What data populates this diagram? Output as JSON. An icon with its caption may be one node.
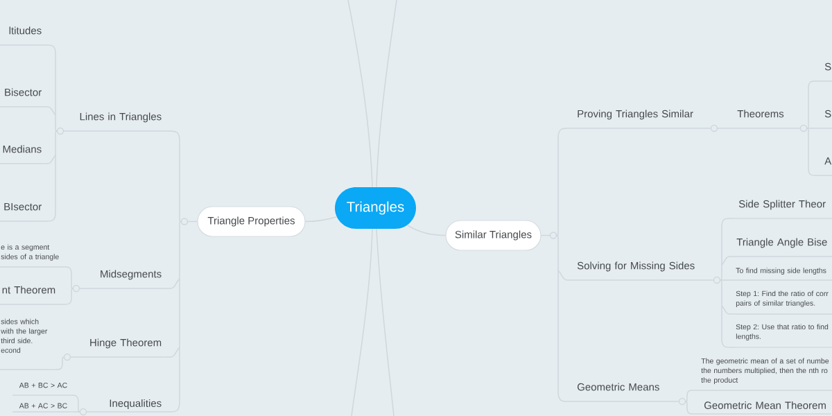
{
  "diagram": {
    "nodes": [
      {
        "text": [
          "Triangles"
        ]
      },
      {
        "text": [
          "Triangle Properties"
        ]
      },
      {
        "text": [
          "Lines in Triangles"
        ]
      },
      {
        "text": [
          "ltitudes"
        ]
      },
      {
        "text": [
          "Bisector"
        ]
      },
      {
        "text": [
          "Medians"
        ]
      },
      {
        "text": [
          "BIsector"
        ]
      },
      {
        "text": [
          "Midsegments"
        ]
      },
      {
        "text": [
          "e is a segment sides of a triangle"
        ]
      },
      {
        "text": [
          "nt Theorem"
        ]
      },
      {
        "text": [
          "Hinge Theorem"
        ]
      },
      {
        "text": [
          "sides which with the larger third side. econd"
        ]
      },
      {
        "text": [
          "Inequalities"
        ]
      },
      {
        "text": [
          "AB + BC > AC"
        ]
      },
      {
        "text": [
          "AB + AC > BC"
        ]
      },
      {
        "text": [
          "Similar Triangles"
        ]
      },
      {
        "text": [
          "Proving Triangles Similar"
        ]
      },
      {
        "text": [
          "Theorems"
        ]
      },
      {
        "text": [
          "S"
        ]
      },
      {
        "text": [
          "S"
        ]
      },
      {
        "text": [
          "A"
        ]
      },
      {
        "text": [
          "Solving for Missing Sides"
        ]
      },
      {
        "text": [
          "Side Splitter Theor"
        ]
      },
      {
        "text": [
          "Triangle Angle Bise"
        ]
      },
      {
        "text": [
          "To find missing side lengths"
        ]
      },
      {
        "text": [
          "Step 1: Find the ratio of corr pairs of similar triangles."
        ]
      },
      {
        "text": [
          "Step 2: Use that ratio to find lengths."
        ]
      },
      {
        "text": [
          "Geometric Means"
        ]
      },
      {
        "text": [
          "The geometric mean of a set of numbe the numbers multiplied, then the nth ro the product"
        ]
      },
      {
        "text": [
          "Geometric Mean Theorem"
        ]
      }
    ],
    "edges": [
      {
        "from": 0,
        "to": 1,
        "arrow": "none"
      },
      {
        "from": 0,
        "to": 15,
        "arrow": "none"
      },
      {
        "from": 0,
        "to": null,
        "arrow": "none"
      },
      {
        "from": 0,
        "to": null,
        "arrow": "none"
      },
      {
        "from": 0,
        "to": null,
        "arrow": "none"
      },
      {
        "from": 0,
        "to": null,
        "arrow": "none"
      },
      {
        "from": 1,
        "to": 2,
        "arrow": "none"
      },
      {
        "from": 1,
        "to": 7,
        "arrow": "none"
      },
      {
        "from": 1,
        "to": 10,
        "arrow": "none"
      },
      {
        "from": 1,
        "to": 12,
        "arrow": "none"
      },
      {
        "from": 2,
        "to": 3,
        "arrow": "none"
      },
      {
        "from": 2,
        "to": 4,
        "arrow": "none"
      },
      {
        "from": 2,
        "to": 5,
        "arrow": "none"
      },
      {
        "from": 2,
        "to": 6,
        "arrow": "none"
      },
      {
        "from": 7,
        "to": 8,
        "arrow": "none"
      },
      {
        "from": 7,
        "to": 9,
        "arrow": "none"
      },
      {
        "from": 10,
        "to": 11,
        "arrow": "none"
      },
      {
        "from": 12,
        "to": 13,
        "arrow": "none"
      },
      {
        "from": 12,
        "to": 14,
        "arrow": "none"
      },
      {
        "from": 15,
        "to": 16,
        "arrow": "none"
      },
      {
        "from": 15,
        "to": 21,
        "arrow": "none"
      },
      {
        "from": 15,
        "to": 27,
        "arrow": "none"
      },
      {
        "from": 16,
        "to": 17,
        "arrow": "none"
      },
      {
        "from": 17,
        "to": 18,
        "arrow": "none"
      },
      {
        "from": 17,
        "to": 19,
        "arrow": "none"
      },
      {
        "from": 17,
        "to": 20,
        "arrow": "none"
      },
      {
        "from": 21,
        "to": 22,
        "arrow": "none"
      },
      {
        "from": 21,
        "to": 23,
        "arrow": "none"
      },
      {
        "from": 21,
        "to": 24,
        "arrow": "none"
      },
      {
        "from": 21,
        "to": 25,
        "arrow": "none"
      },
      {
        "from": 21,
        "to": 26,
        "arrow": "none"
      },
      {
        "from": 27,
        "to": 28,
        "arrow": "none"
      },
      {
        "from": 27,
        "to": 29,
        "arrow": "none"
      }
    ]
  }
}
